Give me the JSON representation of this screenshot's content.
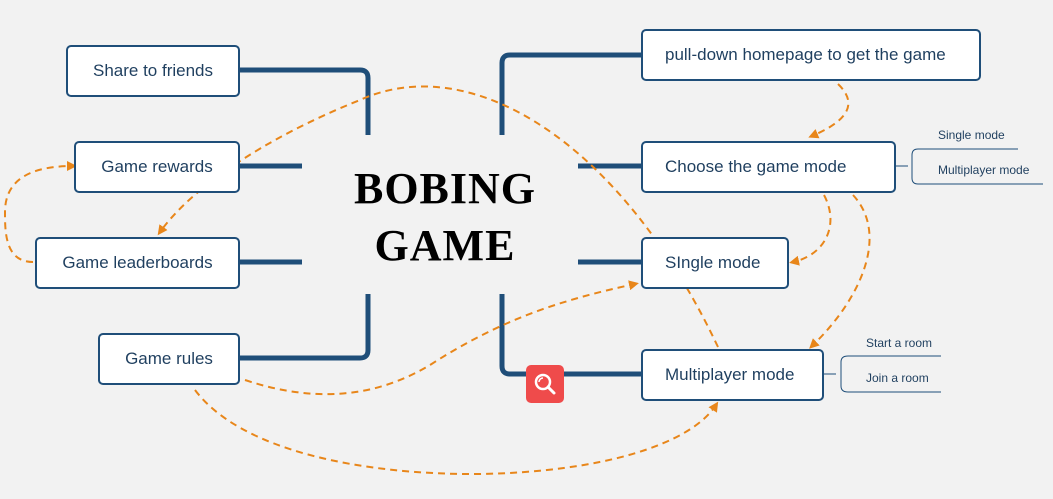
{
  "title": {
    "line1": "BOBING",
    "line2": "GAME"
  },
  "left_nodes": {
    "share": "Share to friends",
    "rewards": "Game rewards",
    "leaderboards": "Game leaderboards",
    "rules": "Game rules"
  },
  "right_nodes": {
    "pulldown": "pull-down homepage to get the game",
    "choose": "Choose the game mode",
    "single": "SIngle mode",
    "multi": "Multiplayer mode"
  },
  "sub_items": {
    "choose": [
      "Single  mode",
      "Multiplayer mode"
    ],
    "multi": [
      "Start a room",
      "Join a room"
    ]
  },
  "colors": {
    "background": "#f2f2f2",
    "connector": "#1f4e79",
    "flow_arrow": "#e8861a",
    "search_button": "#ef4b4b"
  },
  "icons": {
    "search_button": "search-icon"
  }
}
